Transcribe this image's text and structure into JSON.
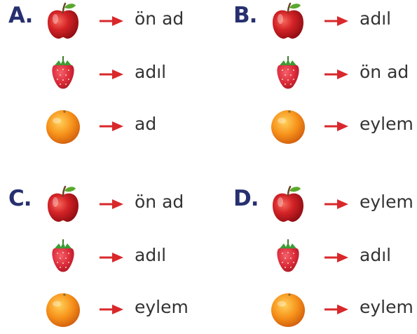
{
  "options": [
    {
      "letter": "A.",
      "items": [
        {
          "fruit": "apple-icon",
          "label": "ön ad"
        },
        {
          "fruit": "strawberry-icon",
          "label": "adıl"
        },
        {
          "fruit": "orange-icon",
          "label": "ad"
        }
      ]
    },
    {
      "letter": "B.",
      "items": [
        {
          "fruit": "apple-icon",
          "label": "adıl"
        },
        {
          "fruit": "strawberry-icon",
          "label": "ön ad"
        },
        {
          "fruit": "orange-icon",
          "label": "eylem"
        }
      ]
    },
    {
      "letter": "C.",
      "items": [
        {
          "fruit": "apple-icon",
          "label": "ön ad"
        },
        {
          "fruit": "strawberry-icon",
          "label": "adıl"
        },
        {
          "fruit": "orange-icon",
          "label": "eylem"
        }
      ]
    },
    {
      "letter": "D.",
      "items": [
        {
          "fruit": "apple-icon",
          "label": "eylem"
        },
        {
          "fruit": "strawberry-icon",
          "label": "adıl"
        },
        {
          "fruit": "orange-icon",
          "label": "eylem"
        }
      ]
    }
  ],
  "colors": {
    "letter": "#27306f",
    "arrow": "#d9282b",
    "text": "#333333"
  }
}
